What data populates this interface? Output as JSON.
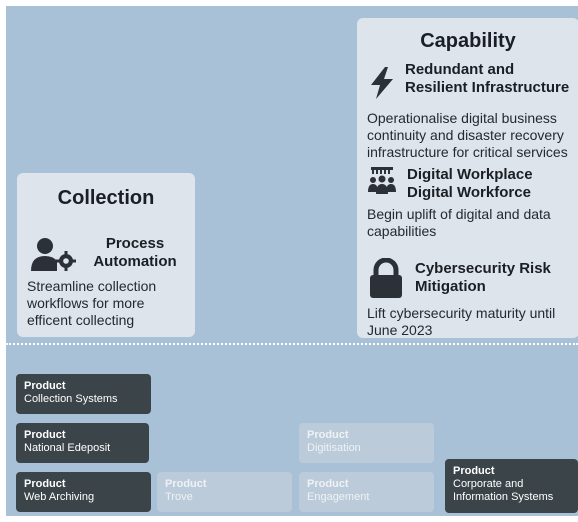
{
  "collection": {
    "title": "Collection",
    "items": [
      {
        "icon": "user-gear-icon",
        "title": "Process Automation",
        "description": "Streamline collection workflows for more efficent collecting"
      }
    ]
  },
  "capability": {
    "title": "Capability",
    "items": [
      {
        "icon": "lightning-bolt-icon",
        "title": "Redundant and Resilient Infrastructure",
        "description": "Operationalise digital business continuity and disaster recovery infrastructure for critical services"
      },
      {
        "icon": "workplace-people-icon",
        "title": "Digital Workplace Digital Workforce",
        "description": "Begin uplift of digital and data capabilities"
      },
      {
        "icon": "lock-icon",
        "title": "Cybersecurity Risk Mitigation",
        "description": "Lift cybersecurity maturity until June 2023"
      }
    ]
  },
  "products": [
    {
      "label": "Product",
      "name": "Collection Systems",
      "style": "dark"
    },
    {
      "label": "Product",
      "name": "National Edeposit",
      "style": "dark"
    },
    {
      "label": "Product",
      "name": "Web Archiving",
      "style": "dark"
    },
    {
      "label": "Product",
      "name": "Trove",
      "style": "faded"
    },
    {
      "label": "Product",
      "name": "Digitisation",
      "style": "faded"
    },
    {
      "label": "Product",
      "name": "Engagement",
      "style": "faded"
    },
    {
      "label": "Product",
      "name": "Corporate and Information Systems",
      "style": "dark"
    }
  ],
  "colors": {
    "board": "#a9c1d6",
    "card": "#dde4ec",
    "product_dark": "#3a4449",
    "product_faded": "#bccbd9"
  }
}
